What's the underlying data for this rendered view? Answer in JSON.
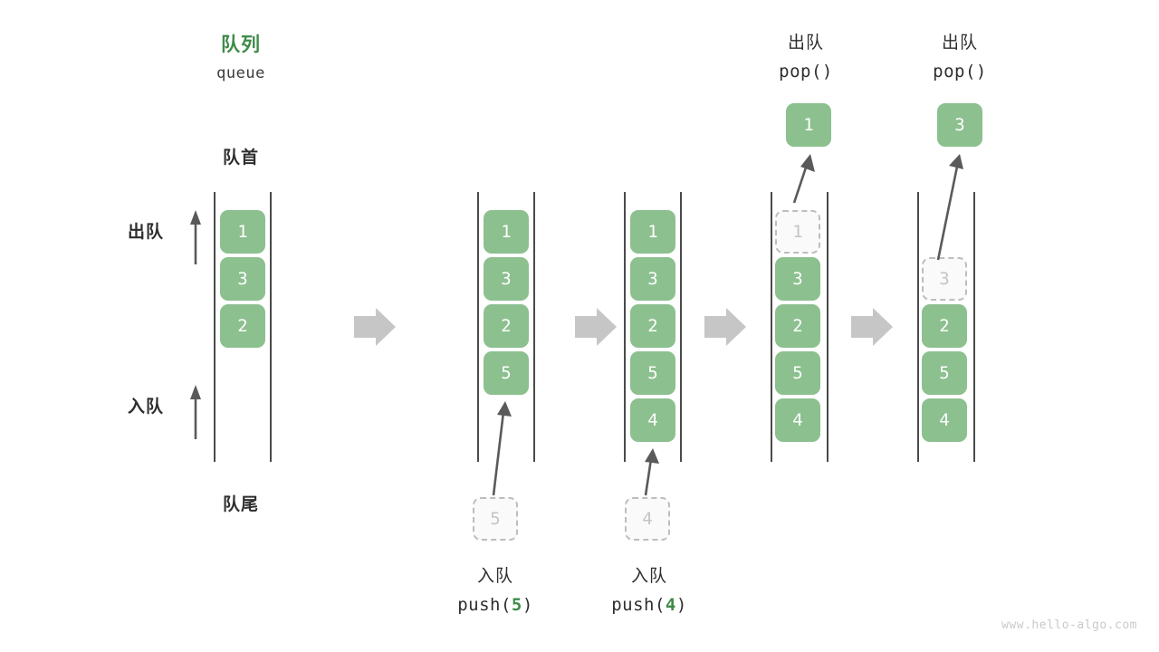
{
  "meta": {
    "watermark": "www.hello-algo.com"
  },
  "header": {
    "title_cn": "队列",
    "title_en": "queue",
    "front_label": "队首",
    "rear_label": "队尾",
    "dequeue_label": "出队",
    "enqueue_label": "入队"
  },
  "colors": {
    "accent_green": "#3e8b48",
    "cell_green": "#8cc08f",
    "rail_gray": "#4a4a4a",
    "ghost_border": "#bdbdbd",
    "ghost_fill": "#fafafa",
    "chevron_gray": "#c6c6c6",
    "arrow_gray": "#5a5a5a",
    "watermark_gray": "#c9c9c9",
    "text_dark": "#2e2e2e"
  },
  "steps": [
    {
      "id": "initial",
      "cells": [
        "1",
        "3",
        "2"
      ],
      "ghost_index": null,
      "caption_cn": "",
      "caption_code": "",
      "caption_num": "",
      "top_label_cn": "",
      "top_label_code": "",
      "popped_value": "",
      "incoming_value": ""
    },
    {
      "id": "push-5",
      "cells": [
        "1",
        "3",
        "2",
        "5"
      ],
      "ghost_index": null,
      "caption_cn": "入队",
      "caption_code_prefix": "push(",
      "caption_num": "5",
      "caption_code_suffix": ")",
      "top_label_cn": "",
      "top_label_code": "",
      "popped_value": "",
      "incoming_value": "5"
    },
    {
      "id": "push-4",
      "cells": [
        "1",
        "3",
        "2",
        "5",
        "4"
      ],
      "ghost_index": null,
      "caption_cn": "入队",
      "caption_code_prefix": "push(",
      "caption_num": "4",
      "caption_code_suffix": ")",
      "top_label_cn": "",
      "top_label_code": "",
      "popped_value": "",
      "incoming_value": "4"
    },
    {
      "id": "pop-1",
      "cells": [
        "1",
        "3",
        "2",
        "5",
        "4"
      ],
      "ghost_index": 0,
      "caption_cn": "",
      "caption_code": "",
      "top_label_cn": "出队",
      "top_label_code": "pop()",
      "popped_value": "1",
      "incoming_value": ""
    },
    {
      "id": "pop-3",
      "cells": [
        "3",
        "2",
        "5",
        "4"
      ],
      "ghost_index": 0,
      "caption_cn": "",
      "caption_code": "",
      "top_label_cn": "出队",
      "top_label_code": "pop()",
      "popped_value": "3",
      "incoming_value": ""
    }
  ]
}
